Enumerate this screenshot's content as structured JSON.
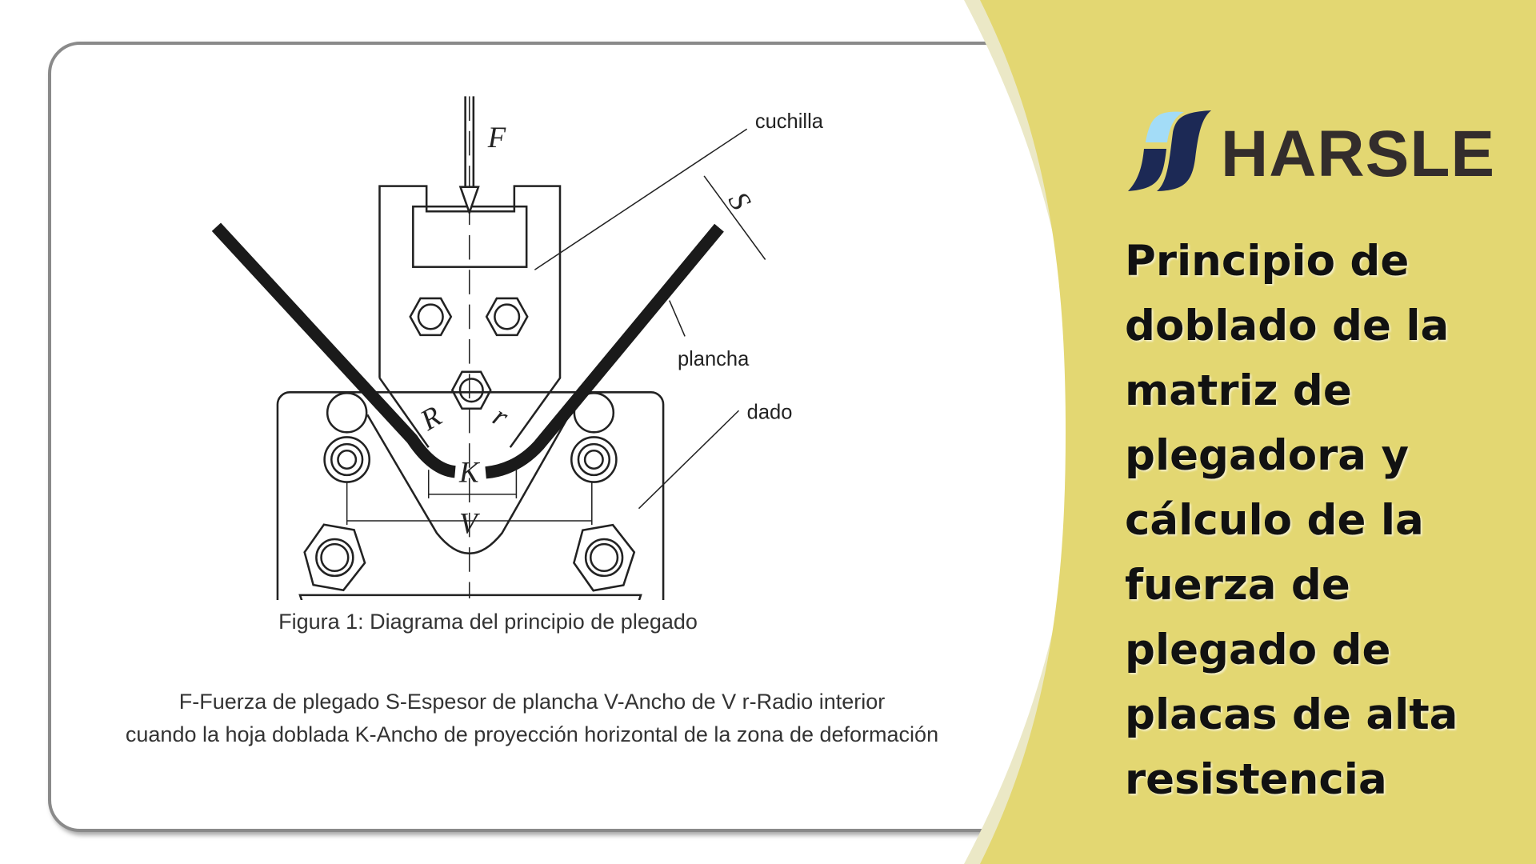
{
  "brand": {
    "name": "HARSLE",
    "logo_colors": {
      "light": "#a3dcf7",
      "dark": "#1c2955"
    },
    "text_color": "#332d2c"
  },
  "colors": {
    "yellow": "#e3d772",
    "band": "#ebe8c6"
  },
  "title_lines": [
    "Principio de",
    "doblado de la",
    "matriz de",
    "plegadora y",
    "cálculo de la",
    "fuerza de",
    "plegado de",
    "placas de alta",
    "resistencia"
  ],
  "diagram": {
    "labels": {
      "F": "F",
      "S": "S",
      "R": "R",
      "r": "r",
      "K": "K",
      "V": "V",
      "cuchilla": "cuchilla",
      "plancha": "plancha",
      "dado": "dado"
    },
    "caption": "Figura 1: Diagrama del principio de plegado",
    "legend_line1": "F-Fuerza de plegado  S-Espesor de plancha  V-Ancho de V  r-Radio interior",
    "legend_line2": "cuando la hoja doblada  K-Ancho de proyección horizontal de la zona de deformación"
  }
}
